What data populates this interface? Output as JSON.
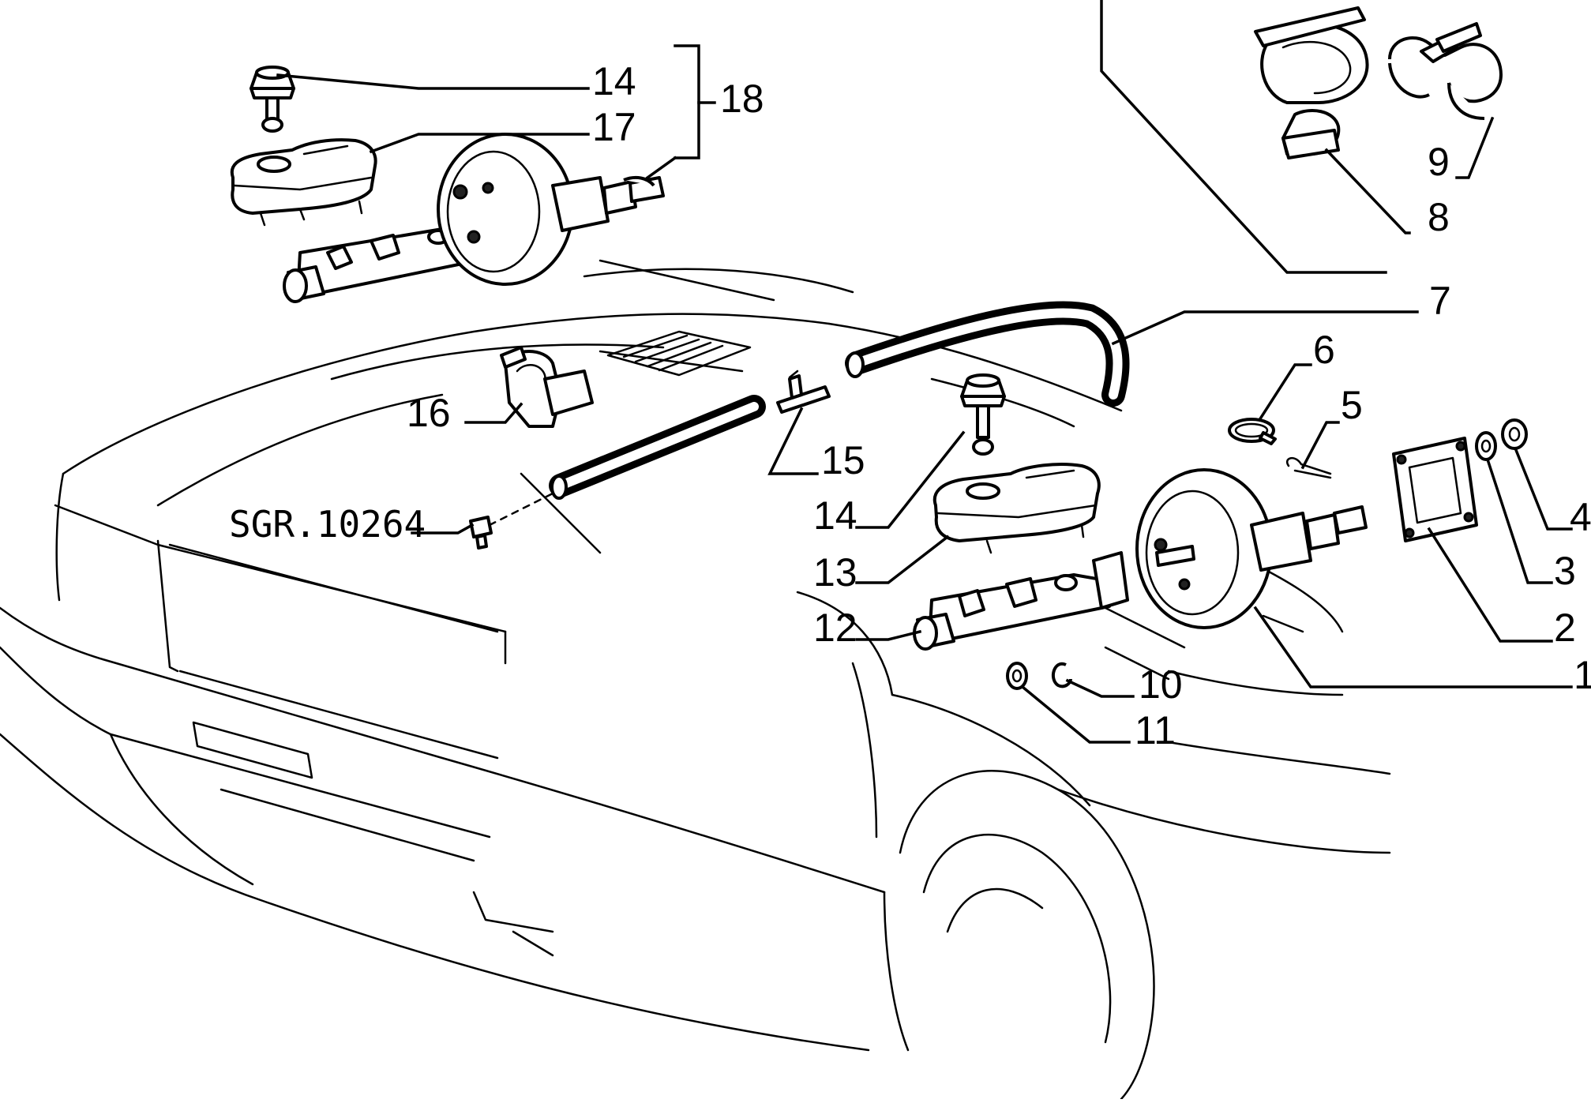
{
  "diagram": {
    "reference_code": "SGR.10264",
    "callouts": [
      {
        "id": "c1",
        "text": "1"
      },
      {
        "id": "c2",
        "text": "2"
      },
      {
        "id": "c3",
        "text": "3"
      },
      {
        "id": "c4",
        "text": "4"
      },
      {
        "id": "c5",
        "text": "5"
      },
      {
        "id": "c6",
        "text": "6"
      },
      {
        "id": "c7",
        "text": "7"
      },
      {
        "id": "c8",
        "text": "8"
      },
      {
        "id": "c9",
        "text": "9"
      },
      {
        "id": "c10",
        "text": "10"
      },
      {
        "id": "c11",
        "text": "11"
      },
      {
        "id": "c12",
        "text": "12"
      },
      {
        "id": "c13",
        "text": "13"
      },
      {
        "id": "c14a",
        "text": "14"
      },
      {
        "id": "c14b",
        "text": "14"
      },
      {
        "id": "c15",
        "text": "15"
      },
      {
        "id": "c16",
        "text": "16"
      },
      {
        "id": "c17",
        "text": "17"
      },
      {
        "id": "c18",
        "text": "18"
      }
    ]
  }
}
